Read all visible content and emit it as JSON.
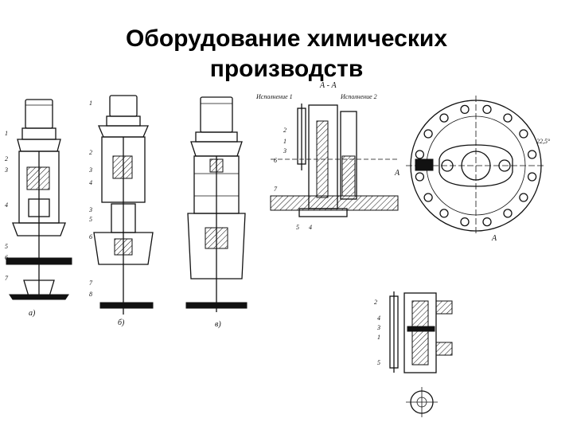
{
  "slide": {
    "title_line1": "Оборудование химических",
    "title_line2": "производств"
  },
  "drawing": {
    "section_label": "А - А",
    "variant1_label": "Исполнение 1",
    "variant2_label": "Исполнение 2",
    "arrow_label_a": "А",
    "angle_label": "22,5°",
    "caption_a": "а)",
    "caption_b": "б)",
    "caption_c": "в)",
    "num_1": "1",
    "num_2": "2",
    "num_3": "3",
    "num_4": "4",
    "num_5": "5",
    "num_6": "6",
    "num_7": "7",
    "num_8": "8"
  }
}
